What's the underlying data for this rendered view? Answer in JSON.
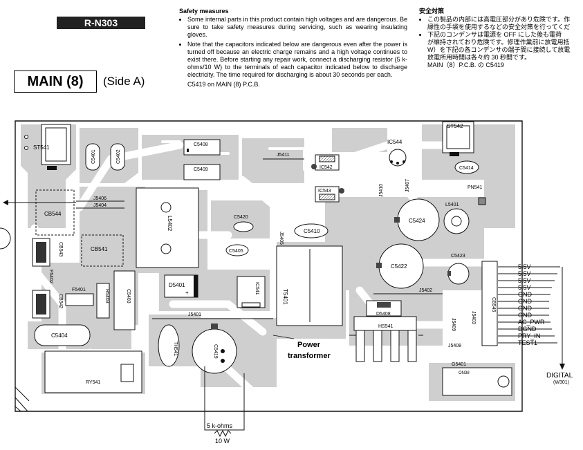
{
  "header": {
    "model": "R-N303",
    "board_title": "MAIN (8)",
    "side": "(Side A)"
  },
  "safety_en": {
    "title": "Safety measures",
    "bullet1": "Some internal parts in this product contain high voltages and are dangerous. Be sure to take safety measures during servicing, such as wearing insulating gloves.",
    "bullet2": "Note that the capacitors indicated below are dangerous even after the power is turned off because an electric charge remains and a high voltage continues to exist there. Before starting any repair work, connect a discharging resistor (5 k-ohms/10 W) to the terminals of each capacitor indicated below to discharge electricity. The time required for discharging is about 30 seconds per each.",
    "reference": "C5419 on MAIN (8) P.C.B."
  },
  "safety_jp": {
    "title": "安全対策",
    "bullet1_line1": "この製品の内部には高電圧部分があり危険です。作",
    "bullet1_line2": "縁性の手袋を使用するなどの安全対策を行ってくだ",
    "bullet2_line1": "下記のコンデンサは電源を OFF にした後も電荷",
    "bullet2_line2": "が維持されており危険です。修理作業前に放電用抵",
    "bullet2_line3": "W）を下記の各コンデンサの端子間に接続して放電",
    "bullet2_line4": "放電所用時間は各々約 30 秒間です。",
    "reference": "MAIN（8）P.C.B. の C5419"
  },
  "components": {
    "st541": "ST541",
    "st542": "ST542",
    "c5401": "C5401",
    "c5402": "C5402",
    "c5408": "C5408",
    "c5409": "C5409",
    "j5411": "J5411",
    "ic542": "IC542",
    "ic543": "IC543",
    "ic544": "IC544",
    "j5410": "J5410",
    "j5407": "J5407",
    "c5414": "C5414",
    "pn541": "PN541",
    "l5401": "L5401",
    "j5406": "J5406",
    "j5404": "J5404",
    "cb544": "CB544",
    "l5402": "L5402",
    "c5420": "C5420",
    "j5405": "J5405",
    "c5410": "C5410",
    "c5424": "C5424",
    "cb541": "CB541",
    "cb543": "CB543",
    "c5405": "C5405",
    "c5422": "C5422",
    "c5423": "C5423",
    "f5402": "F5402",
    "d5401": "D5401",
    "ic541": "IC541",
    "t5401": "T5401",
    "j5402": "J5402",
    "f5401": "F5401",
    "r5403": "R5403",
    "c5403": "C5403",
    "cb542": "CB542",
    "d5408": "D5408",
    "hs541": "HS541",
    "cb545": "CB545",
    "j5401": "J5401",
    "j5409": "J5409",
    "j5403": "J5403",
    "j5408": "J5408",
    "c5404": "C5404",
    "th541": "TH541",
    "c5419": "C5419",
    "g5401": "G5401",
    "ry541": "RY541",
    "on38": "ON38"
  },
  "annotations": {
    "power_line1": "Power",
    "power_line2": "transformer",
    "resistor_line1": "5 k-ohms",
    "resistor_line2": "10 W",
    "destination": "DIGITAL",
    "destination_ref": "(W301)"
  },
  "connector_pins": [
    "5.5V",
    "5.5V",
    "5.5V",
    "5.5V",
    "GND",
    "GND",
    "GND",
    "GND",
    "AC_PWR",
    "DGND",
    "PRY_IN",
    "TEST1"
  ],
  "colors": {
    "board_fill": "#cfcfcf",
    "trace_white": "#ffffff",
    "outline": "#111111",
    "badge": "#222222"
  }
}
